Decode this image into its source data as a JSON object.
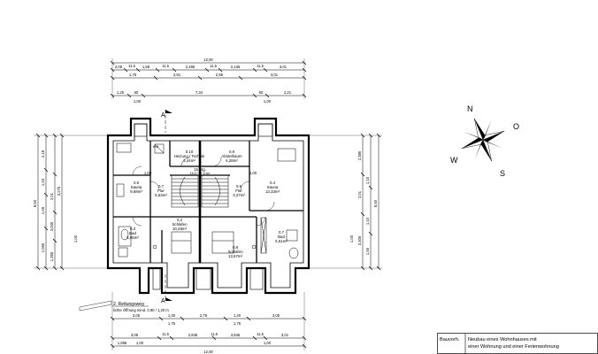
{
  "compass": {
    "n": "N",
    "o": "O",
    "s": "S",
    "w": "W"
  },
  "section_marks": {
    "top": "A",
    "bottom": "A"
  },
  "rooms": [
    {
      "id": "0.10",
      "name": "Heizung / Technik",
      "area": "3,44m²"
    },
    {
      "id": "0.9",
      "name": "Abstellraum",
      "area": "4,28m²"
    },
    {
      "id": "0.6",
      "name": "Sauna",
      "area": "9,69m²"
    },
    {
      "id": "0.7",
      "name": "Flur",
      "area": "5,53m²"
    },
    {
      "id": "0.5",
      "name": "Flur",
      "area": "3,27m²"
    },
    {
      "id": "0.4",
      "name": "Sauna",
      "area": "13,33m²"
    },
    {
      "id": "0.2",
      "name": "Schlafen",
      "area": "10,28m²"
    },
    {
      "id": "0.3",
      "name": "Bad",
      "area": "5,95m²"
    },
    {
      "id": "0.8",
      "name": "Schlafen",
      "area": "13,67m²"
    },
    {
      "id": "0.7",
      "name": "Bad",
      "area": "6,51m²"
    }
  ],
  "stair": {
    "label": "15 Stg.",
    "spec": "16,5 / 27,5 cm"
  },
  "small_labels": {
    "wm": "WM",
    "h1": "1,00",
    "h2": "1,00",
    "h3": "1,00",
    "h4": "1,00"
  },
  "dims": {
    "top_total": "12,00",
    "top_row1": [
      "2,05",
      "11,5",
      "1,88",
      "11,5",
      "2,495",
      "11,5",
      "2,135",
      "11,5",
      "3,01"
    ],
    "top_row2": [
      "1,75",
      "2,91",
      "2,95",
      "3,01"
    ],
    "top_row3": [
      "1,25",
      "60",
      "7,34",
      "60",
      "2,21"
    ],
    "top_row3b": [
      "1,00",
      "1,00"
    ],
    "left_total": "8,50",
    "left_vals": [
      "2,18",
      "1,43",
      "2,01",
      "3,275",
      "1,49",
      "3,005",
      "1,065",
      "1,355"
    ],
    "right_total": "8,50",
    "right_vals": [
      "2,385",
      "1,15",
      "2,01",
      "3,305",
      "1,10",
      "1,55"
    ],
    "bottom_row1": [
      "3,05",
      "1,40",
      "2,75",
      "1,40",
      "3,05"
    ],
    "bottom_row1b": [
      "1,75",
      "1,75"
    ],
    "bottom_row2": [
      "3,05",
      "11,5",
      "2,845",
      "11,5",
      "3,845",
      "11,5",
      "3,01"
    ],
    "bottom_row3": [
      "1,065",
      "1,00",
      "1,00"
    ],
    "bottom_total": "12,00"
  },
  "escape": {
    "title": "2. Rettungsweg",
    "note": "lichte Öffnung mind. 0,90 / 1,20 m"
  },
  "titleblock": {
    "label": "Bauvorh.",
    "line1": "Neubau eines Wohnhauses mit",
    "line2": "einer Wohnung und einer Ferienwohnung"
  }
}
